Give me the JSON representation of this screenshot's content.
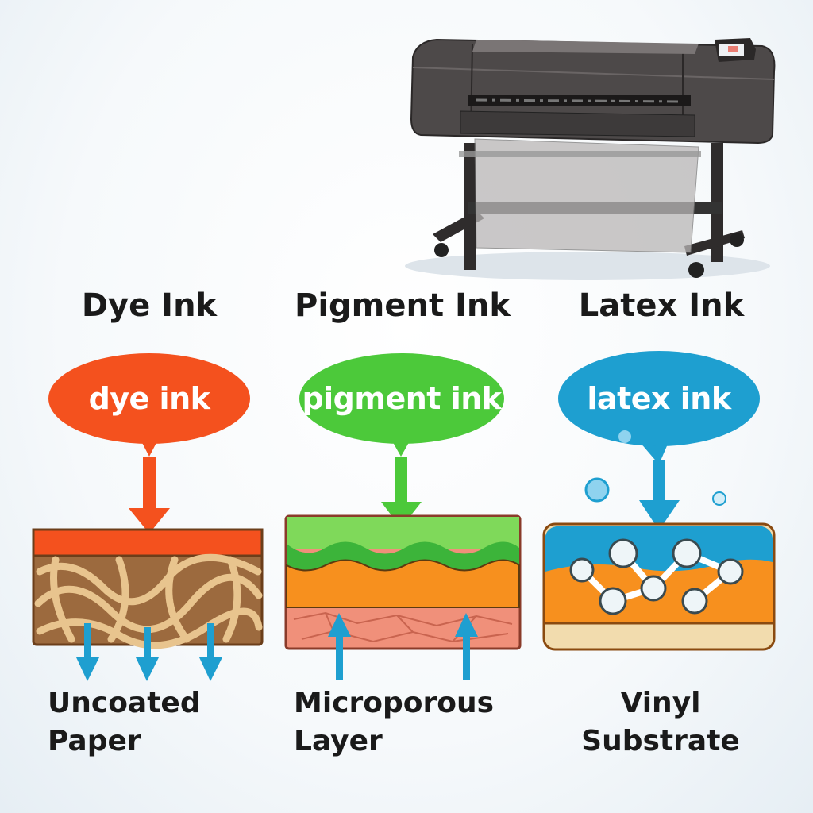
{
  "columns": [
    {
      "heading": "Dye Ink",
      "bubble": "dye ink",
      "label": [
        "Uncoated",
        "Paper"
      ],
      "color": "#f4511e"
    },
    {
      "heading": "Pigment Ink",
      "bubble": "pigment ink",
      "label": [
        "Microporous",
        "Layer"
      ],
      "color": "#4cc93a"
    },
    {
      "heading": "Latex Ink",
      "bubble": "latex ink",
      "label": [
        "Vinyl",
        "Substrate"
      ],
      "color": "#1e9fd0"
    }
  ],
  "colors": {
    "arrow_blue": "#1e9fd0",
    "orange": "#f7901e",
    "printer": "#4a4646"
  }
}
